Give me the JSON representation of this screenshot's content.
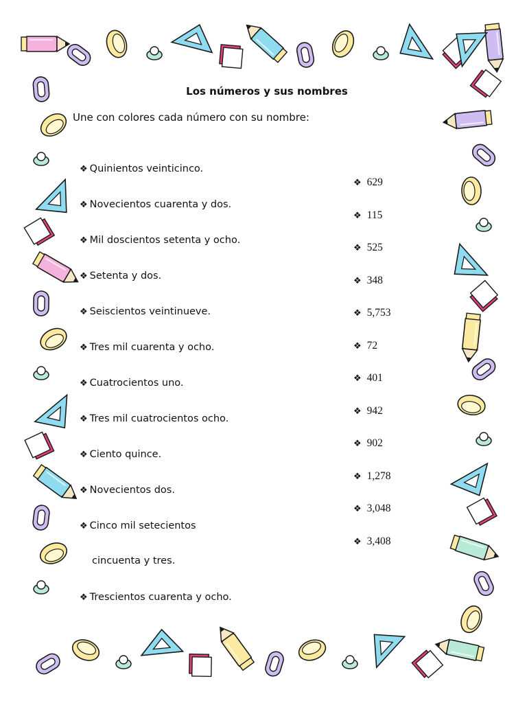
{
  "title": "Los números y sus nombres",
  "instruction": "Une con colores cada número con su nombre:",
  "bullet": "❖",
  "names": [
    {
      "line1": "Quinientos veinticinco."
    },
    {
      "line1": "Novecientos cuarenta y dos."
    },
    {
      "line1": "Mil doscientos setenta y ocho."
    },
    {
      "line1": "Setenta y dos."
    },
    {
      "line1": "Seiscientos veintinueve."
    },
    {
      "line1": "Tres mil cuarenta y ocho."
    },
    {
      "line1": "Cuatrocientos uno."
    },
    {
      "line1": "Tres mil cuatrocientos ocho."
    },
    {
      "line1": "Ciento quince."
    },
    {
      "line1": "Novecientos dos."
    },
    {
      "line1": "Cinco mil setecientos",
      "line2": "cincuenta y tres."
    },
    {
      "line1": "Trescientos cuarenta y ocho."
    }
  ],
  "numbers": [
    "629",
    "115",
    "525",
    "348",
    "5,753",
    "72",
    "401",
    "942",
    "902",
    "1,278",
    "3,048",
    "3,408"
  ],
  "border": {
    "description_icon": "school-supplies-border",
    "colors": {
      "pink": "#f4b2dc",
      "cyan": "#8fdcf0",
      "lavender": "#cdbdf0",
      "yellow": "#fbeaa0",
      "mint": "#b9ead8",
      "magenta": "#e0407e",
      "outline": "#1a1a1a"
    }
  }
}
